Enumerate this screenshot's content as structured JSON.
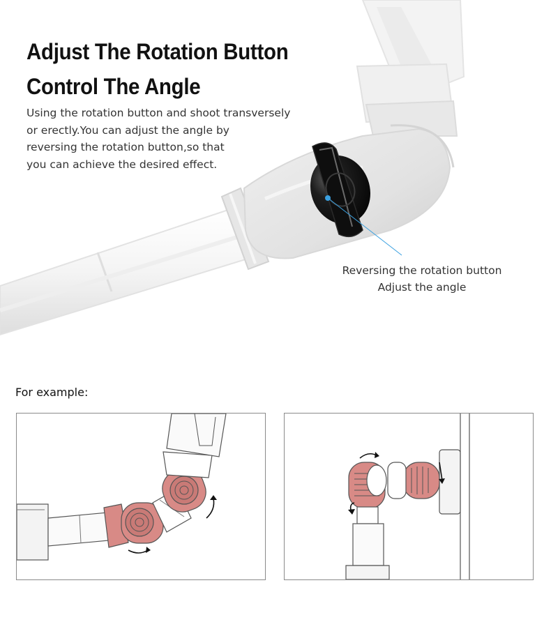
{
  "heading": {
    "line1": "Adjust The Rotation Button",
    "line2": "Control The Angle"
  },
  "description": {
    "lines": [
      "Using the rotation button and shoot transversely",
      "or erectly.You can adjust the angle by",
      "reversing the rotation button,so that",
      "you can achieve the desired effect."
    ]
  },
  "callout": {
    "line1": "Reversing the rotation button",
    "line2": "Adjust the angle"
  },
  "examples": {
    "label": "For example:"
  },
  "colors": {
    "accent_line": "#3aa0e0",
    "joint_pink": "#d88a86",
    "knob_black": "#141414"
  },
  "icons": [
    "rotation-arrow-icon"
  ]
}
